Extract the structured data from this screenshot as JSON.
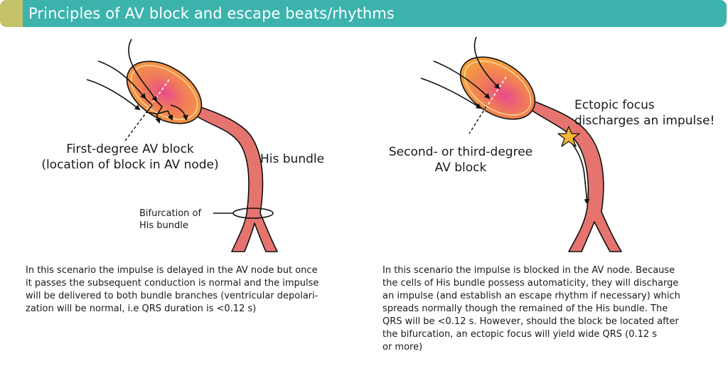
{
  "header": {
    "title": "Principles of AV block and escape beats/rhythms",
    "accent_color": "#c5c36a",
    "bar_color": "#3cb3ad"
  },
  "left_panel": {
    "block_label_line1": "First-degree AV block",
    "block_label_line2": "(location of block in AV node)",
    "his_label": "His bundle",
    "bifurcation_line1": "Bifurcation of",
    "bifurcation_line2": "His bundle",
    "description": [
      "In this scenario the impulse is delayed in the AV node but once",
      "it passes the subsequent conduction is normal and the impulse",
      "will be delivered to both bundle branches (ventricular depolari-",
      "zation will be normal, i.e QRS duration is <0.12 s)"
    ]
  },
  "right_panel": {
    "ectopic_line1": "Ectopic focus",
    "ectopic_line2": "discharges an impulse!",
    "block_label_line1": "Second- or third-degree",
    "block_label_line2": "AV block",
    "description": [
      "In this scenario the impulse is blocked in the AV node. Because",
      "the cells of His bundle possess automaticity, they will discharge",
      "an impulse (and establish an escape rhythm if necessary) which",
      "spreads normally though the remained of the His bundle. The",
      "QRS will be <0.12 s. However, should the block be located after",
      "the bifurcation, an ectopic focus will yield wide QRS (0.12 s",
      "or more)"
    ]
  },
  "colors": {
    "bundle_fill": "#e5746e",
    "node_outer": "#f6a23d",
    "node_inner": "#ea4a8c",
    "star_fill": "#f7b733"
  }
}
